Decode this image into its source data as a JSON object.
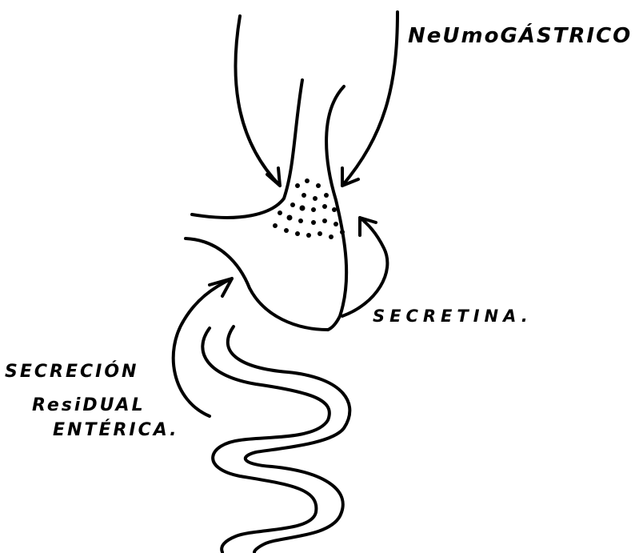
{
  "labels": {
    "neumogastrico": "NeUmoGÁSTRICO",
    "secretina": "SECRETINA.",
    "secrecion_line1": "SECRECIÓN",
    "secrecion_line2": "ResiDUAL",
    "secrecion_line3": "ENTÉRICA."
  },
  "colors": {
    "ink": "#000000",
    "paper": "#ffffff"
  }
}
